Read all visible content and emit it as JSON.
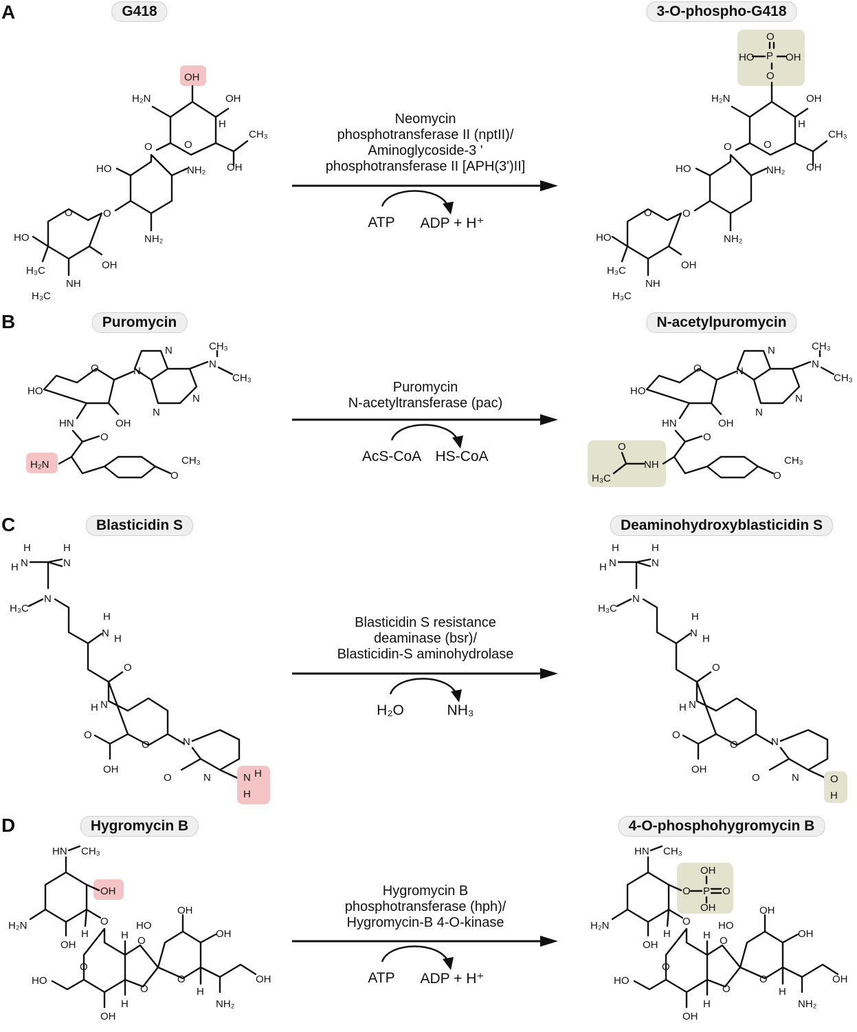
{
  "colors": {
    "removed_group": "#f4c4c4",
    "added_group": "#e3e2cc",
    "pill_bg": "#efefef"
  },
  "panels": [
    {
      "letter": "A",
      "substrate": "G418",
      "product": "3-O-phospho-G418",
      "enzyme_lines": [
        "Neomycin",
        "phosphotransferase II (nptII)/",
        "Aminoglycoside-3 '",
        "phosphotransferase II [APH(3')II]"
      ],
      "cofactor_in": "ATP",
      "cofactor_out": "ADP + H⁺"
    },
    {
      "letter": "B",
      "substrate": "Puromycin",
      "product": "N-acetylpuromycin",
      "enzyme_lines": [
        "Puromycin",
        "N-acetyltransferase (pac)"
      ],
      "cofactor_in": "AcS-CoA",
      "cofactor_out": "HS-CoA"
    },
    {
      "letter": "C",
      "substrate": "Blasticidin S",
      "product": "Deaminohydroxyblasticidin S",
      "enzyme_lines": [
        "Blasticidin S resistance",
        "deaminase (bsr)/",
        "Blasticidin-S aminohydrolase"
      ],
      "cofactor_in": "H₂O",
      "cofactor_out": "NH₃"
    },
    {
      "letter": "D",
      "substrate": "Hygromycin B",
      "product": "4-O-phosphohygromycin B",
      "enzyme_lines": [
        "Hygromycin B",
        "phosphotransferase (hph)/",
        "Hygromycin-B 4-O-kinase"
      ],
      "cofactor_in": "ATP",
      "cofactor_out": "ADP + H⁺"
    }
  ],
  "atom_labels": {
    "oh": "OH",
    "ho": "HO",
    "nh2": "NH₂",
    "h2n": "H₂N",
    "o": "O",
    "n": "N",
    "h": "H",
    "nh": "NH",
    "hn": "HN",
    "ch3": "CH₃",
    "h3c": "H₃C",
    "p": "P",
    "hn_left": "H",
    "n_ch3": "N"
  }
}
